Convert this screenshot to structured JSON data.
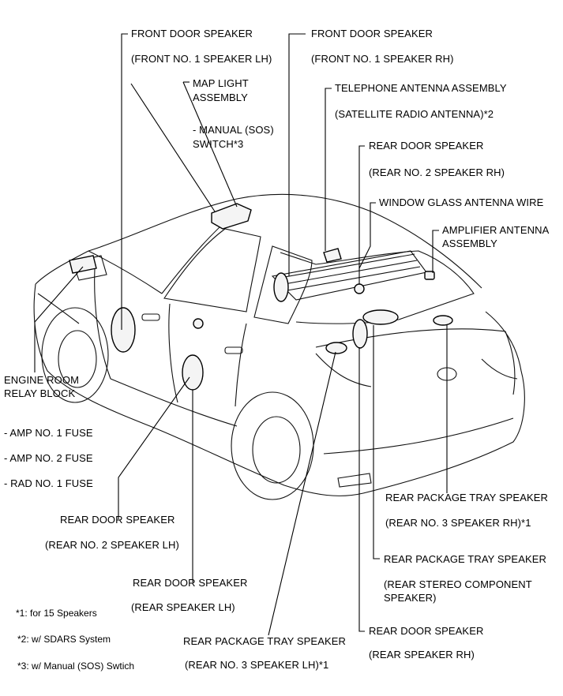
{
  "labels": {
    "front_door_lh": [
      "FRONT DOOR SPEAKER",
      "(FRONT NO. 1 SPEAKER LH)"
    ],
    "front_door_rh": [
      "FRONT DOOR SPEAKER",
      "(FRONT NO. 1 SPEAKER RH)"
    ],
    "map_light": [
      "MAP LIGHT",
      "ASSEMBLY",
      "- MANUAL (SOS)",
      "SWITCH*3"
    ],
    "telephone_antenna": [
      "TELEPHONE ANTENNA ASSEMBLY",
      "(SATELLITE RADIO ANTENNA)*2"
    ],
    "rear_door_rh2": [
      "REAR DOOR SPEAKER",
      "(REAR NO. 2 SPEAKER RH)"
    ],
    "window_glass": [
      "WINDOW GLASS ANTENNA WIRE"
    ],
    "amplifier_antenna": [
      "AMPLIFIER ANTENNA",
      "ASSEMBLY"
    ],
    "engine_room": [
      "ENGINE ROOM",
      "RELAY BLOCK",
      "- AMP NO. 1 FUSE",
      "- AMP NO. 2 FUSE",
      "- RAD NO. 1 FUSE"
    ],
    "rear_door_lh2": [
      "REAR DOOR SPEAKER",
      "(REAR NO. 2 SPEAKER LH)"
    ],
    "rear_door_lh": [
      "REAR DOOR SPEAKER",
      "(REAR SPEAKER LH)"
    ],
    "rear_pkg_rh3": [
      "REAR PACKAGE TRAY SPEAKER",
      "(REAR NO. 3 SPEAKER RH)*1"
    ],
    "rear_pkg_stereo": [
      "REAR PACKAGE TRAY SPEAKER",
      "(REAR STEREO COMPONENT",
      "SPEAKER)"
    ],
    "rear_door_rh": [
      "REAR DOOR SPEAKER",
      "(REAR SPEAKER RH)"
    ],
    "rear_pkg_lh3": [
      "REAR PACKAGE TRAY SPEAKER",
      "(REAR NO. 3 SPEAKER LH)*1"
    ]
  },
  "footnotes": [
    "*1: for 15 Speakers",
    "*2: w/ SDARS System",
    "*3: w/ Manual (SOS) Swtich"
  ]
}
